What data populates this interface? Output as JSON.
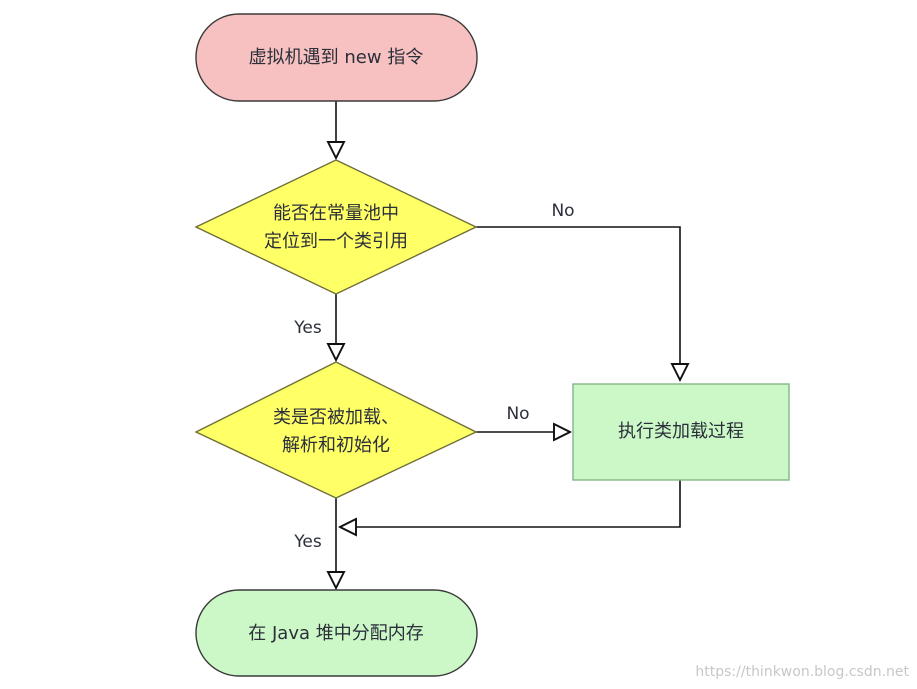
{
  "nodes": {
    "start": {
      "label": "虚拟机遇到 new 指令",
      "fill": "#f6c1c0",
      "stroke": "#3a3a3a"
    },
    "decision1": {
      "line1": "能否在常量池中",
      "line2": "定位到一个类引用",
      "fill": "#ffff66",
      "stroke": "#6f6f3a"
    },
    "decision2": {
      "line1": "类是否被加载、",
      "line2": "解析和初始化",
      "fill": "#ffff66",
      "stroke": "#6f6f3a"
    },
    "process": {
      "label": "执行类加载过程",
      "fill": "#ccf8c8",
      "stroke": "#86b586"
    },
    "end": {
      "label": "在 Java 堆中分配内存",
      "fill": "#ccf8c8",
      "stroke": "#3a3a3a"
    }
  },
  "edges": {
    "d1_no": "No",
    "d1_yes": "Yes",
    "d2_no": "No",
    "d2_yes": "Yes"
  },
  "watermark": "https://thinkwon.blog.csdn.net"
}
